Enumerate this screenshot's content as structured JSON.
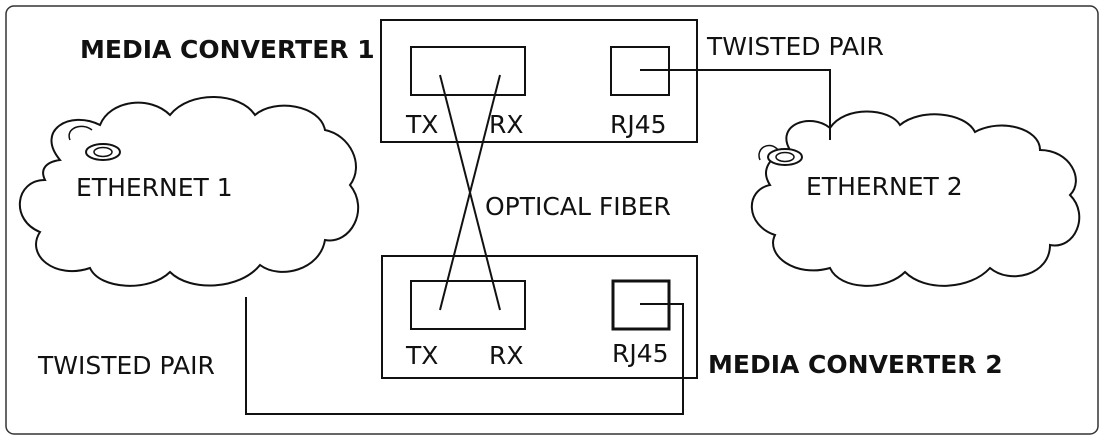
{
  "converter1": {
    "title": "MEDIA CONVERTER 1",
    "tx": "TX",
    "rx": "RX",
    "rj45": "RJ45"
  },
  "converter2": {
    "title": "MEDIA CONVERTER 2",
    "tx": "TX",
    "rx": "RX",
    "rj45": "RJ45"
  },
  "ethernet1": {
    "label": "ETHERNET 1"
  },
  "ethernet2": {
    "label": "ETHERNET 2"
  },
  "fiber": {
    "label": "OPTICAL FIBER"
  },
  "twisted_pair_top": {
    "label": "TWISTED PAIR"
  },
  "twisted_pair_bottom": {
    "label": "TWISTED PAIR"
  },
  "colors": {
    "stroke": "#111111",
    "background": "#ffffff"
  }
}
